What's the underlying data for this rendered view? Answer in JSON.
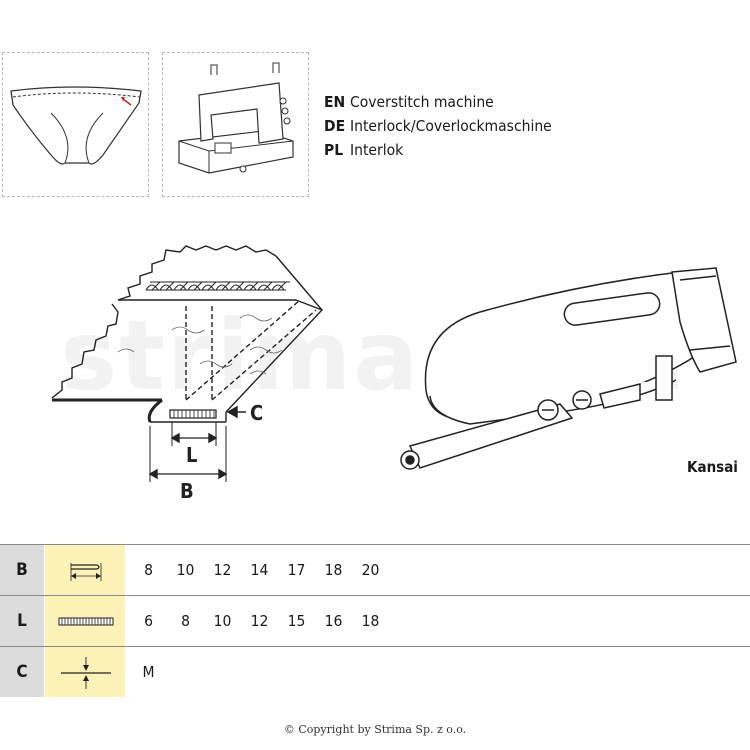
{
  "languages": [
    {
      "code": "EN",
      "label": "Coverstitch machine"
    },
    {
      "code": "DE",
      "label": "Interlock/Coverlockmaschine"
    },
    {
      "code": "PL",
      "label": "Interlok"
    }
  ],
  "diagram": {
    "label_c": "C",
    "label_l": "L",
    "label_b": "B",
    "watermark": "strima.com"
  },
  "brand": "Kansai",
  "table": {
    "rows": [
      {
        "label": "B",
        "icon": "fold-width-icon",
        "values": [
          "8",
          "10",
          "12",
          "14",
          "17",
          "18",
          "20"
        ]
      },
      {
        "label": "L",
        "icon": "binding-strip-icon",
        "values": [
          "6",
          "8",
          "10",
          "12",
          "15",
          "16",
          "18"
        ]
      },
      {
        "label": "C",
        "icon": "material-thickness-icon",
        "values": [
          "M"
        ]
      }
    ]
  },
  "copyright": "© Copyright by Strima Sp. z o.o."
}
